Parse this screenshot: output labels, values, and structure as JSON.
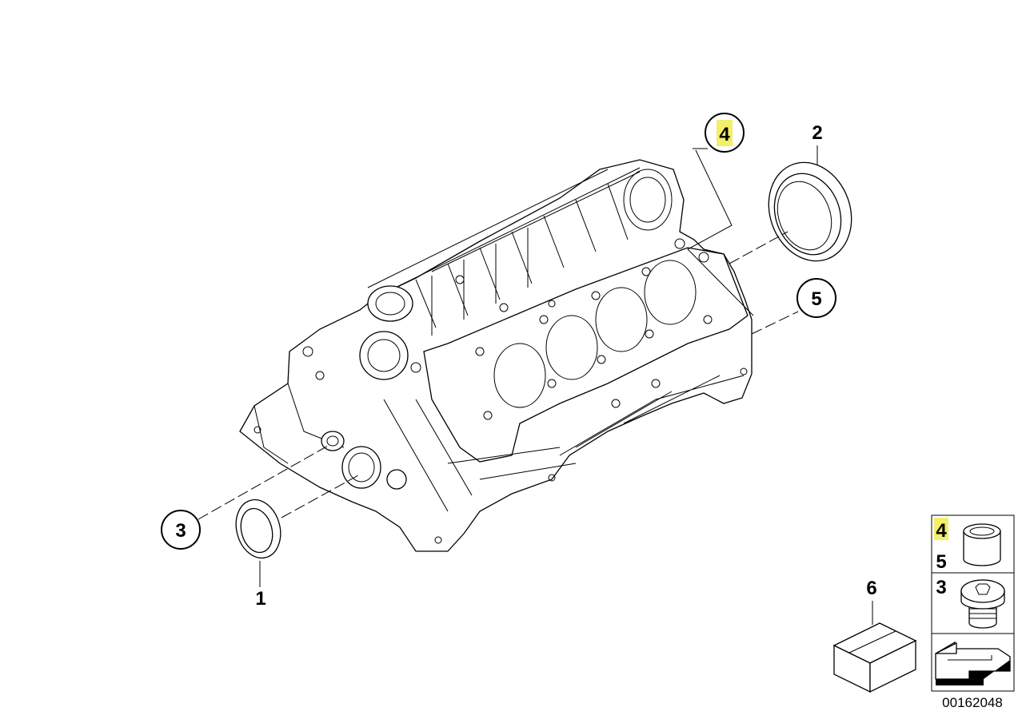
{
  "callouts": {
    "c1": "1",
    "c2": "2",
    "c3": "3",
    "c4": "4",
    "c5": "5",
    "c6": "6"
  },
  "legend": {
    "row1_top": "4",
    "row1_bottom": "5",
    "row2": "3"
  },
  "highlight_color": "#f2ef6a",
  "document_number": "00162048",
  "icons": {
    "legend_row1": "sleeve-plug-icon",
    "legend_row2": "screw-plug-icon",
    "legend_row3": "arrow-icon",
    "part6": "box-icon"
  }
}
